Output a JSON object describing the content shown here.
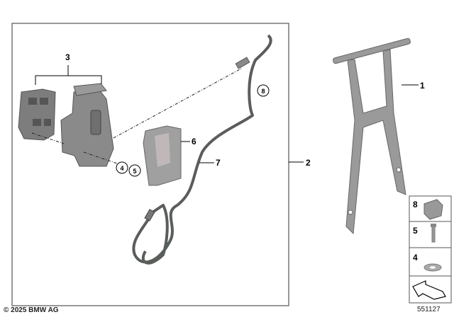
{
  "callouts": {
    "c1": "1",
    "c2": "2",
    "c3": "3",
    "c4": "4",
    "c5": "5",
    "c6": "6",
    "c7": "7",
    "c8": "8"
  },
  "legend": [
    {
      "label": "8",
      "icon": "clip-icon"
    },
    {
      "label": "5",
      "icon": "bolt-icon"
    },
    {
      "label": "4",
      "icon": "washer-icon"
    },
    {
      "label": "",
      "icon": "arrow-icon"
    }
  ],
  "footer": {
    "copyright": "© 2025 BMW AG",
    "diagram_number": "551127"
  },
  "colors": {
    "part": "#8c8c8c",
    "cable": "#5a5e5a",
    "frame": "#9a9a9a"
  }
}
